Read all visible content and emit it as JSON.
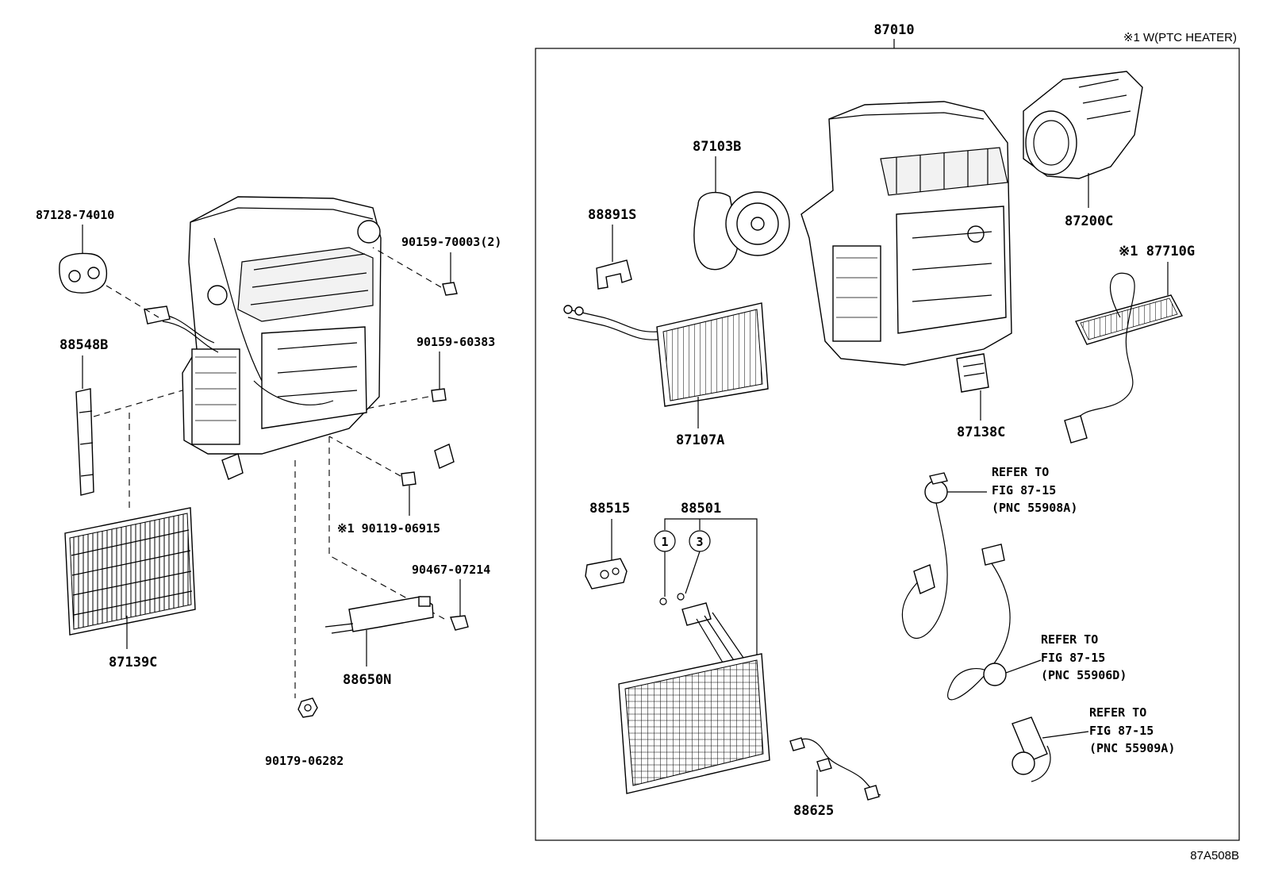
{
  "diagram_id": "87A508B",
  "assembly": {
    "number": "87010",
    "note": "※1 W(PTC HEATER)"
  },
  "labels": {
    "p87128": "87128-74010",
    "p90159_70003": "90159-70003(2)",
    "p88548B": "88548B",
    "p90159_60383": "90159-60383",
    "p90119": "※1 90119-06915",
    "p90467": "90467-07214",
    "p88650N": "88650N",
    "p87139C": "87139C",
    "p90179": "90179-06282",
    "p88891S": "88891S",
    "p87103B": "87103B",
    "p87107A": "87107A",
    "p87200C": "87200C",
    "p87710G": "※1 87710G",
    "p87138C": "87138C",
    "p88515": "88515",
    "p88501": "88501",
    "p88625": "88625",
    "circle1": "1",
    "circle3": "3"
  },
  "refers": [
    {
      "line1": "REFER TO",
      "line2": "FIG 87-15",
      "line3": "(PNC 55908A)"
    },
    {
      "line1": "REFER TO",
      "line2": "FIG 87-15",
      "line3": "(PNC 55906D)"
    },
    {
      "line1": "REFER TO",
      "line2": "FIG 87-15",
      "line3": "(PNC 55909A)"
    }
  ]
}
